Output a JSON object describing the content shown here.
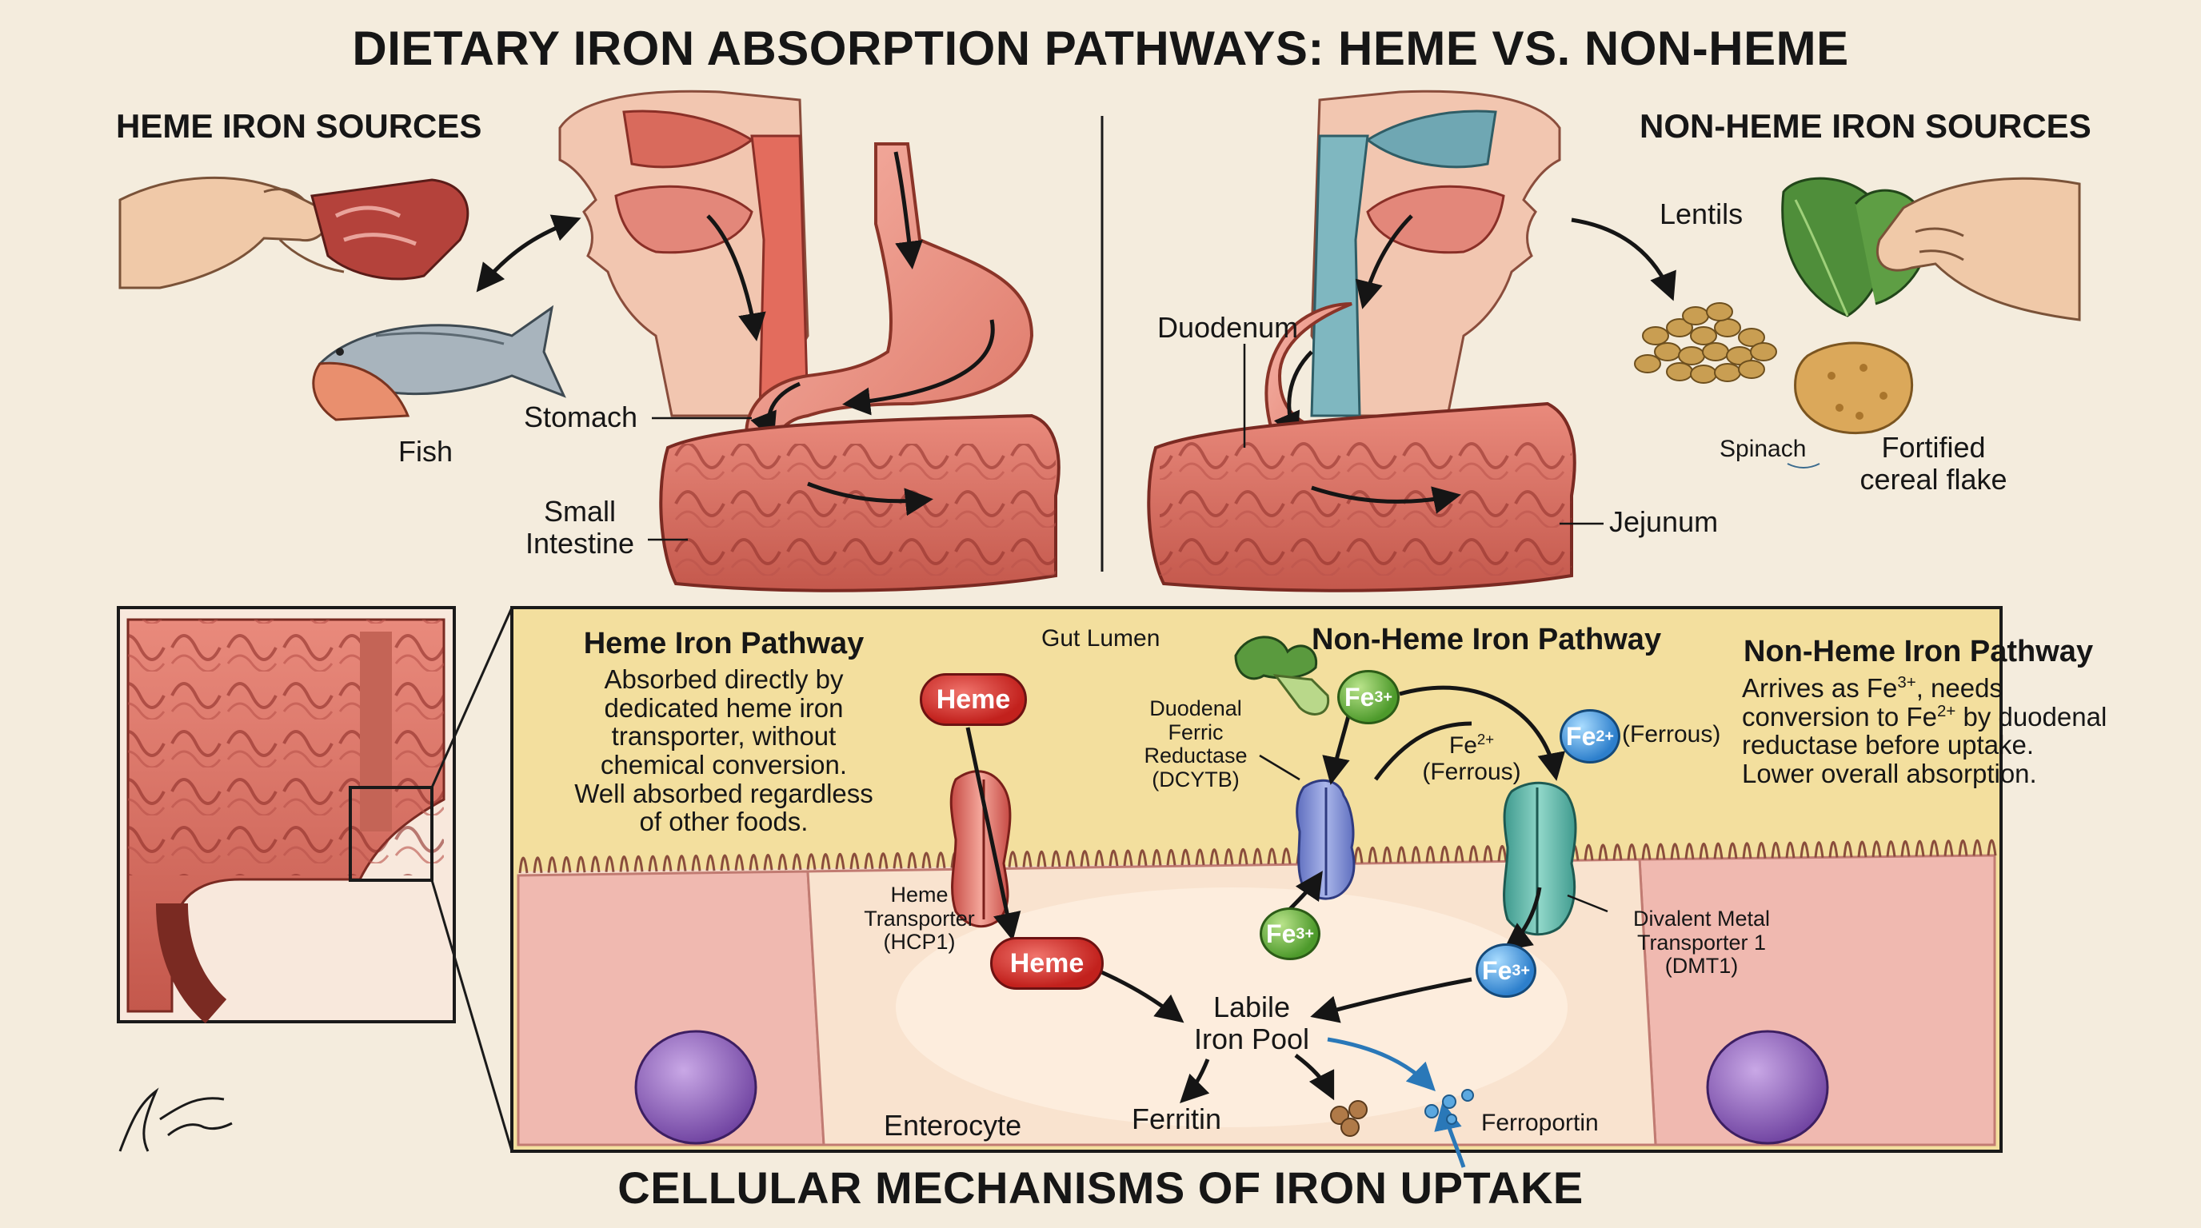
{
  "title": "DIETARY IRON ABSORPTION PATHWAYS: HEME VS. NON-HEME",
  "heme_sources": {
    "heading": "HEME IRON SOURCES",
    "fish": "Fish",
    "stomach": "Stomach",
    "small_intestine_line1": "Small",
    "small_intestine_line2": "Intestine"
  },
  "nonheme_sources": {
    "heading": "NON-HEME IRON SOURCES",
    "lentils": "Lentils",
    "duodenum": "Duodenum",
    "spinach": "Spinach",
    "fortified_line1": "Fortified",
    "fortified_line2": "cereal flake",
    "jejunum": "Jejunum"
  },
  "cell_panel": {
    "gut_lumen": "Gut Lumen",
    "enterocyte": "Enterocyte",
    "heme_pathway_title": "Heme Iron Pathway",
    "heme_pathway_lines": [
      "Absorbed directly by",
      "dedicated heme iron",
      "transporter, without",
      "chemical conversion.",
      "Well absorbed regardless",
      "of other foods."
    ],
    "nonheme_center_title": "Non-Heme Iron Pathway",
    "nonheme_right_title": "Non-Heme Iron Pathway",
    "nonheme_right_line1_pre": "Arrives as Fe",
    "nonheme_right_line1_sup": "3+",
    "nonheme_right_line1_post": ", needs",
    "nonheme_right_line2_pre": "conversion to Fe",
    "nonheme_right_line2_sup": "2+",
    "nonheme_right_line2_post": " by duodenal",
    "nonheme_right_line3": "reductase before uptake.",
    "nonheme_right_line4": "Lower overall absorption.",
    "heme_bubble": "Heme",
    "heme_bubble_inside": "Heme",
    "heme_transporter_lines": [
      "Heme",
      "Transporter",
      "(HCP1)"
    ],
    "dcytb_lines": [
      "Duodenal",
      "Ferric",
      "Reductase",
      "(DCYTB)"
    ],
    "fe3_top": "Fe",
    "fe3_top_sup": "3+",
    "fe2_label_top_base": "Fe",
    "fe2_label_top_sup": "2+",
    "fe2_label_bottom": "(Ferrous)",
    "fe2_bubble": "Fe",
    "fe2_bubble_sup": "2+",
    "fe2_ferrous": "(Ferrous)",
    "dmt1_lines": [
      "Divalent Metal",
      "Transporter 1",
      "(DMT1)"
    ],
    "fe3_inner_left": "Fe",
    "fe3_inner_left_sup": "3+",
    "fe3_inner_right": "Fe",
    "fe3_inner_right_sup": "3+",
    "labile_line1": "Labile",
    "labile_line2": "Iron Pool",
    "ferritin": "Ferritin",
    "ferroportin": "Ferroportin"
  },
  "bottom_title": "CELLULAR MECHANISMS OF IRON UPTAKE",
  "colors": {
    "background": "#f4ecdd",
    "lumen": "#f3df9e",
    "cell": "#f6dcc8",
    "heme_red": "#c2211d",
    "fe3_green": "#4d9a2b",
    "fe2_blue": "#2d7fcc",
    "dcytb_blue": "#7f8fd0",
    "dmt1_teal": "#56b0a4",
    "ferroportin_arrow": "#2a78b8"
  }
}
